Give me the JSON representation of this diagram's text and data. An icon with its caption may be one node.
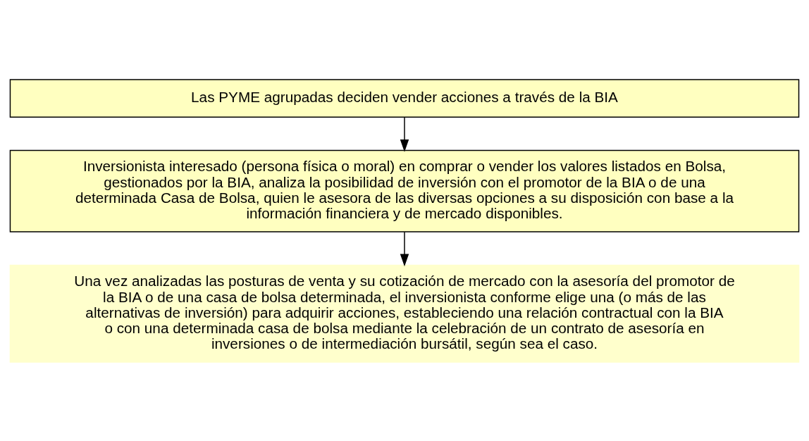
{
  "diagram": {
    "nodes": [
      {
        "text": [
          "Las PYME agrupadas deciden vender acciones a través de la BIA"
        ]
      },
      {
        "text": [
          "Inversionista interesado (persona física o moral) en comprar o vender los valores listados en Bolsa, gestionados por la BIA, analiza la posibilidad de inversión con el promotor de la BIA o de una determinada Casa de Bolsa, quien le asesora de las diversas opciones a su disposición con base a la información financiera y de mercado disponibles."
        ]
      },
      {
        "text": [
          "Una vez analizadas las posturas de venta y su cotización de mercado con la asesoría del promotor de la BIA o de una casa de bolsa determinada, el inversionista conforme elige una (o más de las alternativas de inversión) para adquirir acciones, estableciendo una relación contractual con la BIA o con una determinada casa de bolsa mediante la celebración de un contrato de asesoría en inversiones o de intermediación bursátil, según sea el caso."
        ]
      }
    ],
    "edges": [
      {
        "from": 0,
        "to": 1,
        "arrow": "to"
      },
      {
        "from": 1,
        "to": 2,
        "arrow": "to"
      }
    ]
  }
}
